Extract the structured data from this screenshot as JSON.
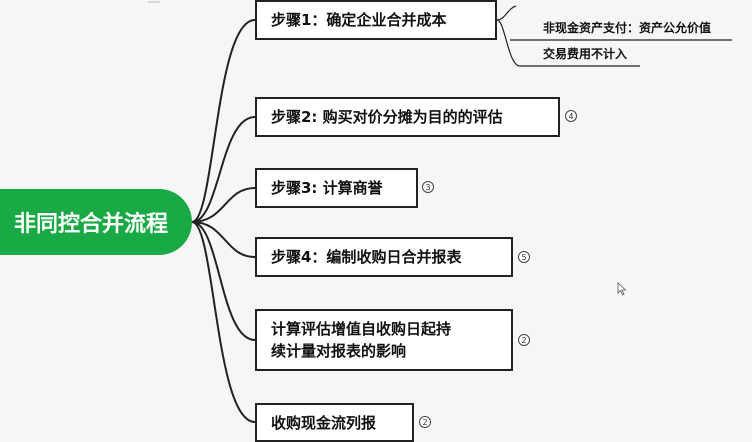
{
  "root": {
    "label": "非同控合并流程"
  },
  "steps": [
    {
      "label": "步骤1：确定企业合并成本",
      "badge": ""
    },
    {
      "label": "步骤2: 购买对价分摊为目的的评估",
      "badge": "4"
    },
    {
      "label": "步骤3: 计算商誉",
      "badge": "3"
    },
    {
      "label": "步骤4：编制收购日合并报表",
      "badge": "5"
    },
    {
      "label_line1": "计算评估增值自收购日起持",
      "label_line2": "续计量对报表的影响",
      "badge": "2"
    },
    {
      "label": "收购现金流列报",
      "badge": "2"
    }
  ],
  "step1_children": [
    {
      "label": "非现金资产支付：资产公允价值"
    },
    {
      "label": "交易费用不计入"
    }
  ],
  "colors": {
    "root": "#1aaa45",
    "line": "#222222"
  }
}
